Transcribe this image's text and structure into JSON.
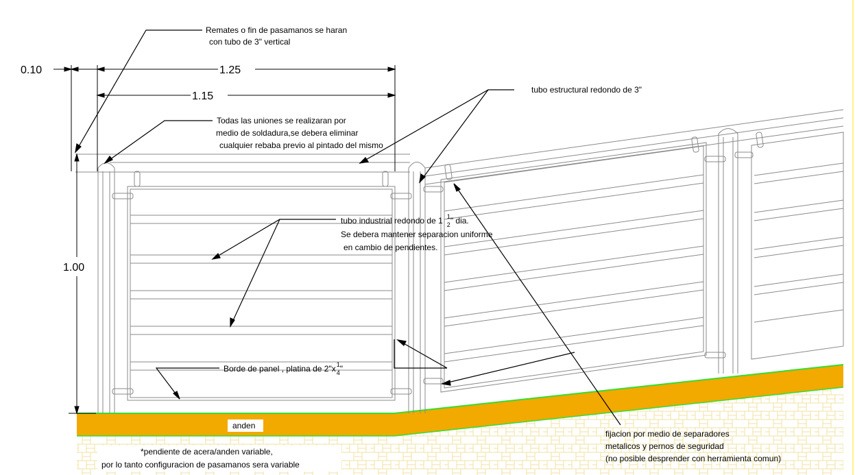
{
  "dimensions": {
    "d010": "0.10",
    "d125": "1.25",
    "d115": "1.15",
    "d100": "1.00"
  },
  "annotations": {
    "remates_l1": "Remates o fin de pasamanos se haran",
    "remates_l2": "con tubo de 3\" vertical",
    "uniones_l1": "Todas las uniones se realizaran por",
    "uniones_l2": "medio de soldadura,se debera eliminar",
    "uniones_l3": "cualquier rebaba previo al pintado del mismo",
    "tubo_estructural": "tubo estructural redondo de 3\"",
    "tubo_industrial_a": "tubo industrial redondo de 1",
    "tubo_industrial_frac_num": "1",
    "tubo_industrial_frac_den": "2",
    "tubo_industrial_b": "\" dia.",
    "separacion_l1": "Se debera mantener separacion uniforme",
    "separacion_l2": "en cambio de pendientes.",
    "borde_a": "Borde de panel , platina de 2\"x",
    "borde_frac_num": "1",
    "borde_frac_den": "4",
    "borde_b": "\"",
    "fijacion_l1": "fijacion por medio de separadores",
    "fijacion_l2": "metalicos y pernos de seguridad",
    "fijacion_l3": "(no posible desprender con herramienta comun)",
    "anden": "anden",
    "pendiente_l1": "*pendiente de acera/anden variable,",
    "pendiente_l2": "por lo tanto configuracion de pasamanos sera variable"
  },
  "colors": {
    "line": "#000000",
    "structure": "#8a8a8a",
    "ground_fill": "#f2a900",
    "ground_edge": "#33dd33",
    "hatch": "#f4e6a0",
    "border_right": "#ffee66"
  }
}
